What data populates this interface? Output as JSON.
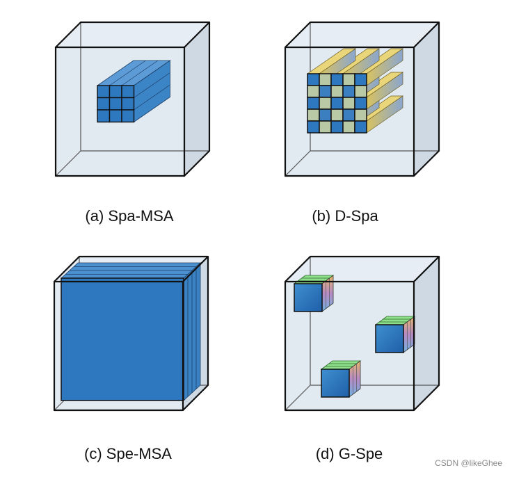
{
  "panels": [
    {
      "id": "a",
      "caption": "(a) Spa-MSA",
      "kind": "spa-msa"
    },
    {
      "id": "b",
      "caption": "(b) D-Spa",
      "kind": "d-spa"
    },
    {
      "id": "c",
      "caption": "(c) Spe-MSA",
      "kind": "spe-msa"
    },
    {
      "id": "d",
      "caption": "(d) G-Spe",
      "kind": "g-spe"
    }
  ],
  "watermark": "CSDN @likeGhee",
  "colors": {
    "cube_fill": "#dce6ef",
    "cube_side": "#cfd9e3",
    "edge": "#111111",
    "block_blue": "#2e78bf",
    "block_blue_top": "#5c9bd6",
    "yellow": "#e9d57a",
    "green": "#8fe08c"
  }
}
